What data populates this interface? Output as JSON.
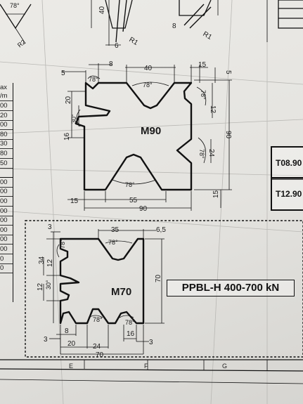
{
  "top_fragment": {
    "angle_label": "78°",
    "r2": "R2",
    "r1_left": "R1",
    "r1_right": "R1",
    "dim_40": "40",
    "dim_6": "6",
    "dim_8": "8"
  },
  "left_table": {
    "header_partial": "ax",
    "unit_partial": "/m",
    "rows": [
      "00",
      "20",
      "00",
      "80",
      "30",
      "80",
      "50",
      "",
      "00",
      "00",
      "00",
      "00",
      "00",
      "00",
      "00",
      "00",
      "0",
      "0"
    ]
  },
  "m90": {
    "label": "M90",
    "dims": {
      "d5_top": "5",
      "d8": "8",
      "d40": "40",
      "d15_top": "15",
      "d5_right": "5",
      "a78_top_left": "78°",
      "a78_top": "78°",
      "a78_right_top": "78°",
      "d12": "12",
      "d20": "20",
      "a30": "30°",
      "d16": "16",
      "d90_right": "90",
      "a78_right_bottom": "78°",
      "d24": "24",
      "a78_bottom": "78°",
      "d15_bottom_left": "15",
      "d55": "55",
      "d90_bottom": "90",
      "d15_right": "15"
    }
  },
  "m70": {
    "label": "M70",
    "dims": {
      "d3_top": "3",
      "d35": "35",
      "d6_5": "6,5",
      "a78_top": "78°",
      "a78_left": "78°",
      "d34": "34",
      "d12_upper": "12",
      "d12_lower": "12",
      "a30": "30°",
      "d70_right": "70",
      "a78_bottom_left": "78°",
      "a78_bottom_right": "78°",
      "d8": "8",
      "d16": "16",
      "d3_left": "3",
      "d3_right": "3",
      "d20": "20",
      "d24": "24",
      "d70_bottom": "70"
    }
  },
  "product_label": "PPBL-H 400-700 kN",
  "side_boxes": [
    "T08.90",
    "T12.90"
  ],
  "grid_letters": [
    "E",
    "F",
    "G"
  ]
}
